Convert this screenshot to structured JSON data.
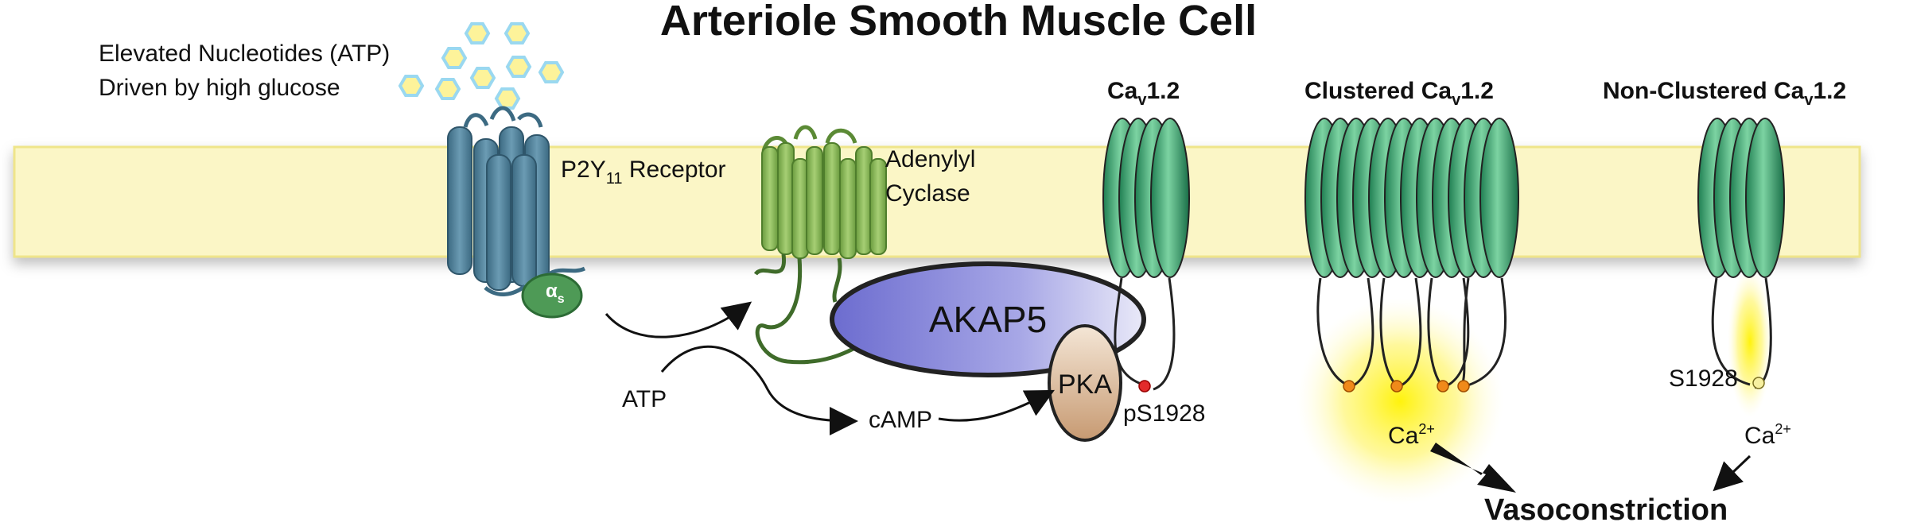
{
  "title": "Arteriole Smooth Muscle Cell",
  "nucleotides": {
    "line1": "Elevated Nucleotides (ATP)",
    "line2": "Driven by high glucose"
  },
  "p2y11": {
    "main": "P2Y",
    "sub": "11",
    "suffix": " Receptor"
  },
  "alpha_s": {
    "main": "α",
    "sub": "s"
  },
  "adenylyl": {
    "line1": "Adenylyl",
    "line2": "Cyclase"
  },
  "akap5": "AKAP5",
  "pka": "PKA",
  "atp": "ATP",
  "camp": "cAMP",
  "ps1928": "pS1928",
  "s1928": "S1928",
  "cav12_left": {
    "main": "Ca",
    "sub": "v",
    "suffix": "1.2"
  },
  "cav12_clustered": {
    "prefix": "Clustered Ca",
    "sub": "v",
    "suffix": "1.2"
  },
  "cav12_nonclustered": {
    "prefix": "Non-Clustered Ca",
    "sub": "v",
    "suffix": "1.2"
  },
  "calcium": {
    "main": "Ca",
    "sup": "2+"
  },
  "vasoconstriction": "Vasoconstriction",
  "colors": {
    "membrane": "#fbf6c6",
    "membrane_edge": "#efe58a",
    "receptor": "#4f7d96",
    "cyclase": "#82b154",
    "channel": "#2f9a66",
    "akap": "#6f6fcf",
    "pka": "#d8b08c",
    "glow": "#fff200",
    "phospho_red": "#e32b2b",
    "phospho_orange": "#f08a1a"
  }
}
